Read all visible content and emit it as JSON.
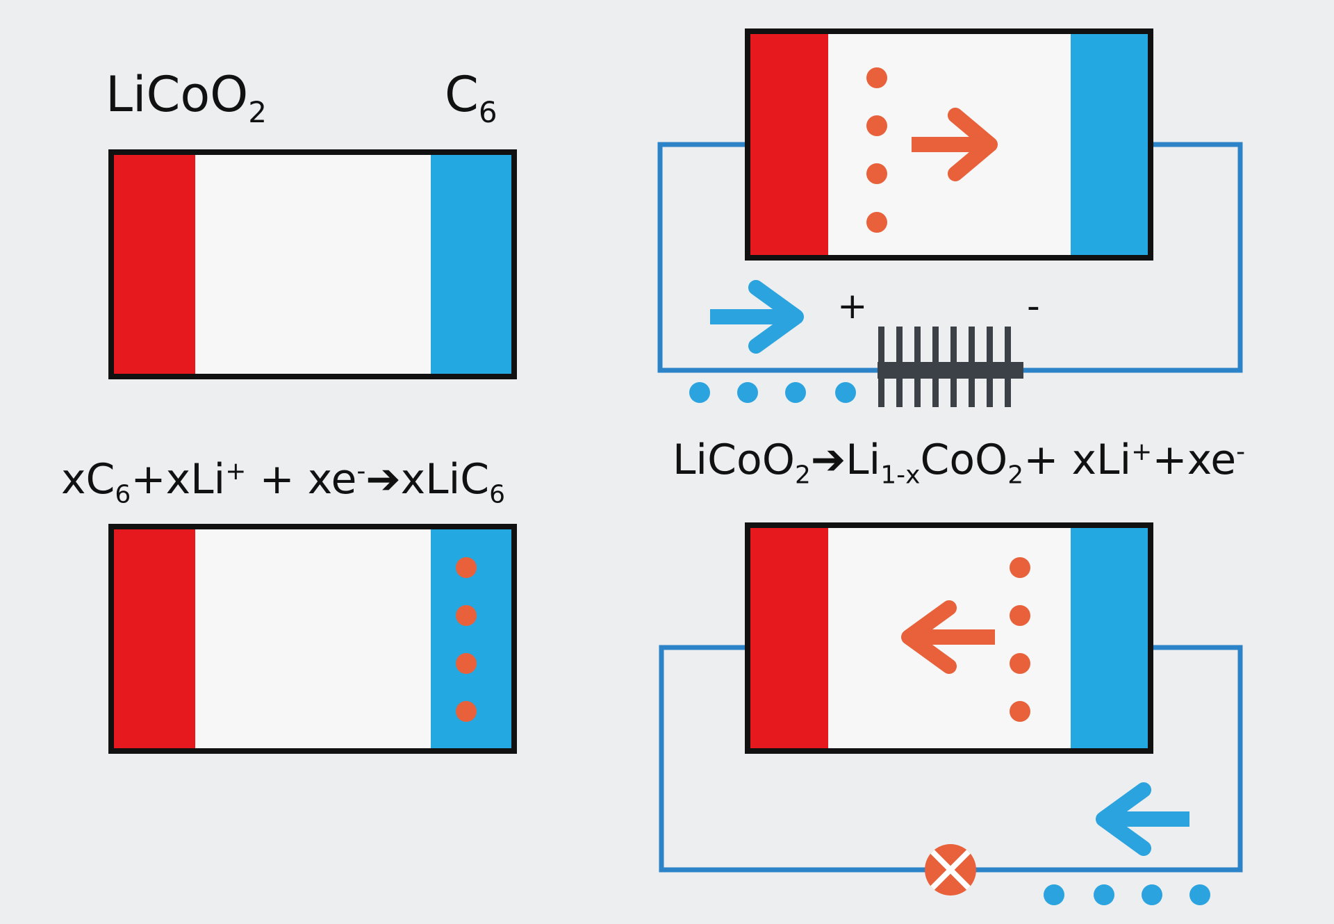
{
  "colors": {
    "background": "#eceef0",
    "cathode": "#e5191e",
    "anode": "#23a8e1",
    "ion": "#e8613a",
    "electron": "#2aa3df",
    "wire": "#2d83c8",
    "frame": "#111111",
    "battery": "#3b4147"
  },
  "labels": {
    "cathode_material": {
      "base": "LiCoO",
      "sub": "2"
    },
    "anode_material": {
      "base": "C",
      "sub": "6"
    },
    "charge_plus": "+",
    "charge_minus": "-"
  },
  "equations": {
    "anode": [
      {
        "t": "x"
      },
      {
        "t": "C"
      },
      {
        "sub": "6"
      },
      {
        "t": "+xLi"
      },
      {
        "sup": "+"
      },
      {
        "t": " + xe"
      },
      {
        "sup": "-"
      },
      {
        "t": "➔"
      },
      {
        "t": "xLiC"
      },
      {
        "sub": "6"
      }
    ],
    "cathode": [
      {
        "t": "LiCoO"
      },
      {
        "sub": "2"
      },
      {
        "t": "➔"
      },
      {
        "t": "Li"
      },
      {
        "sub": "1-x"
      },
      {
        "t": "CoO"
      },
      {
        "sub": "2"
      },
      {
        "t": "+ xLi"
      },
      {
        "sup": "+"
      },
      {
        "t": "+xe"
      },
      {
        "sup": "-"
      }
    ]
  },
  "icons": {
    "ion_flow_arrow": "right-arrow-icon",
    "electron_flow_arrow": "right-arrow-icon",
    "power_source": "battery-icon",
    "load": "lamp-icon"
  }
}
